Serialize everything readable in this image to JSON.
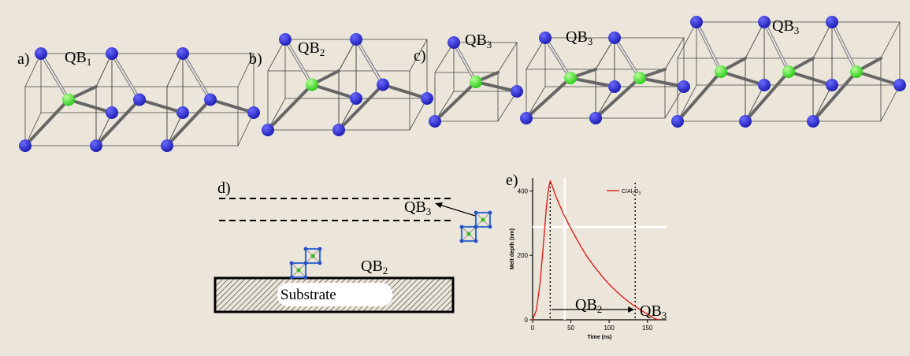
{
  "panels": {
    "a": {
      "label": "a)",
      "qb": "QB",
      "qb_sub": "1"
    },
    "b": {
      "label": "b)",
      "qb": "QB",
      "qb_sub": "2"
    },
    "c": {
      "label": "c)",
      "qb": [
        "QB",
        "QB",
        "QB"
      ],
      "qb_sub": "3"
    },
    "d": {
      "label": "d)",
      "qb3": "QB",
      "qb3_sub": "3",
      "qb2": "QB",
      "qb2_sub": "2",
      "substrate": "Substrate"
    },
    "e": {
      "label": "e)",
      "qb2": "QB",
      "qb2_sub": "2",
      "qb3": "QB",
      "qb3_sub": "3"
    }
  },
  "colors": {
    "atom_blue": "#1f1fb5",
    "atom_green": "#2ecc1a",
    "background": "#ebe6d9",
    "curve": "#e01010"
  },
  "chart_data": {
    "type": "line",
    "xlabel": "Time (ns)",
    "ylabel": "Melt depth (nm)",
    "xlim": [
      0,
      175
    ],
    "ylim": [
      0,
      440
    ],
    "xticks": [
      0,
      50,
      100,
      150
    ],
    "yticks": [
      0,
      200,
      400
    ],
    "series": [
      {
        "name": "C/Al2O3",
        "legend": "C/Al",
        "x": [
          0,
          5,
          10,
          15,
          18,
          21,
          23,
          25,
          30,
          40,
          50,
          60,
          70,
          80,
          90,
          100,
          110,
          120,
          130,
          140,
          150,
          155,
          160,
          165
        ],
        "y": [
          0,
          30,
          120,
          260,
          350,
          410,
          430,
          420,
          385,
          330,
          283,
          240,
          200,
          167,
          137,
          110,
          87,
          66,
          48,
          32,
          18,
          10,
          3,
          0
        ]
      }
    ],
    "markers": {
      "vline_dotted_x": [
        23,
        134
      ],
      "white_vline_x": 42,
      "white_hline_y": 288
    }
  }
}
